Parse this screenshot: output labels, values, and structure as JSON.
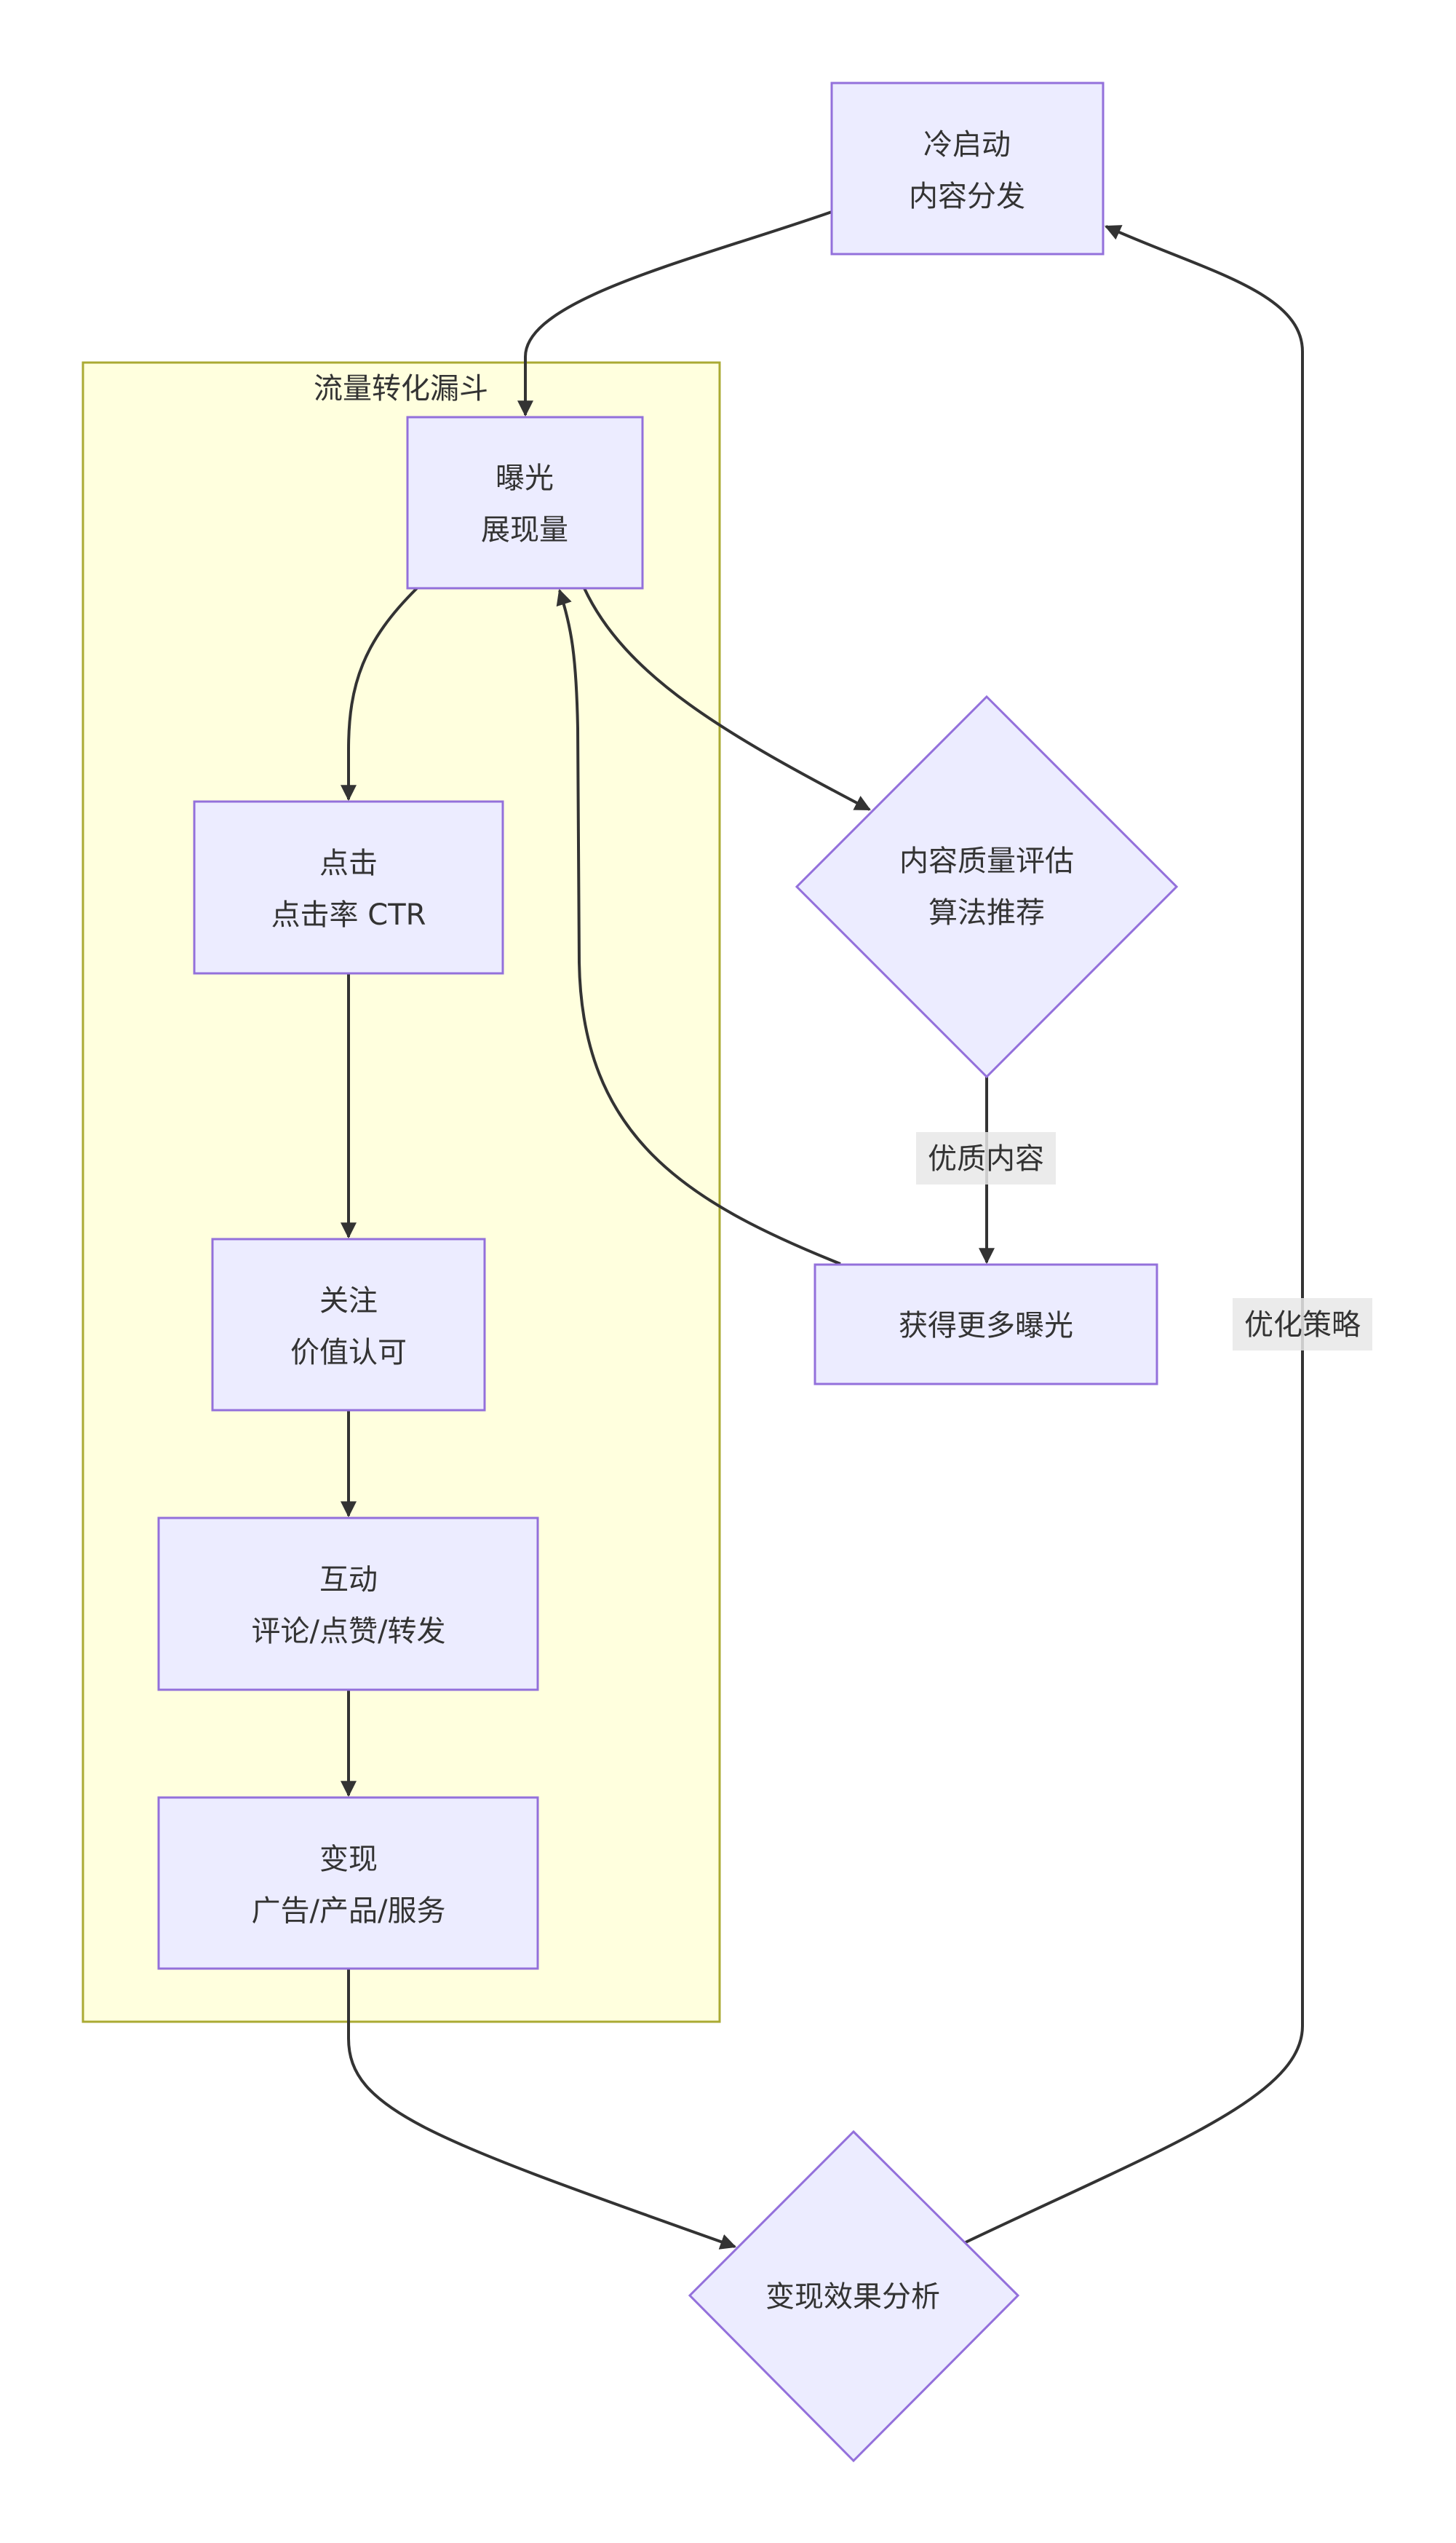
{
  "diagram": {
    "type": "flowchart",
    "colors": {
      "node_fill": "#ECECFF",
      "node_stroke": "#9370DB",
      "cluster_fill": "#ffffde",
      "cluster_stroke": "#aaaa33",
      "edge": "#333333",
      "edge_label_bg": "#e8e8e8",
      "text": "#333333"
    },
    "cluster": {
      "title": "流量转化漏斗"
    },
    "nodes": {
      "cold_start": {
        "lines": [
          "冷启动",
          "内容分发"
        ],
        "shape": "rect"
      },
      "exposure": {
        "lines": [
          "曝光",
          "展现量"
        ],
        "shape": "rect"
      },
      "click": {
        "lines": [
          "点击",
          "点击率 CTR"
        ],
        "shape": "rect"
      },
      "follow": {
        "lines": [
          "关注",
          "价值认可"
        ],
        "shape": "rect"
      },
      "interact": {
        "lines": [
          "互动",
          "评论/点赞/转发"
        ],
        "shape": "rect"
      },
      "monetize": {
        "lines": [
          "变现",
          "广告/产品/服务"
        ],
        "shape": "rect"
      },
      "quality_eval": {
        "lines": [
          "内容质量评估",
          "算法推荐"
        ],
        "shape": "diamond"
      },
      "more_exposure": {
        "lines": [
          "获得更多曝光"
        ],
        "shape": "rect"
      },
      "monetize_analysis": {
        "lines": [
          "变现效果分析"
        ],
        "shape": "diamond"
      }
    },
    "edges": [
      {
        "from": "cold_start",
        "to": "exposure",
        "label": ""
      },
      {
        "from": "exposure",
        "to": "click",
        "label": ""
      },
      {
        "from": "click",
        "to": "follow",
        "label": ""
      },
      {
        "from": "follow",
        "to": "interact",
        "label": ""
      },
      {
        "from": "interact",
        "to": "monetize",
        "label": ""
      },
      {
        "from": "exposure",
        "to": "quality_eval",
        "label": ""
      },
      {
        "from": "quality_eval",
        "to": "more_exposure",
        "label": "优质内容"
      },
      {
        "from": "more_exposure",
        "to": "exposure",
        "label": ""
      },
      {
        "from": "monetize",
        "to": "monetize_analysis",
        "label": ""
      },
      {
        "from": "monetize_analysis",
        "to": "cold_start",
        "label": "优化策略"
      }
    ]
  }
}
